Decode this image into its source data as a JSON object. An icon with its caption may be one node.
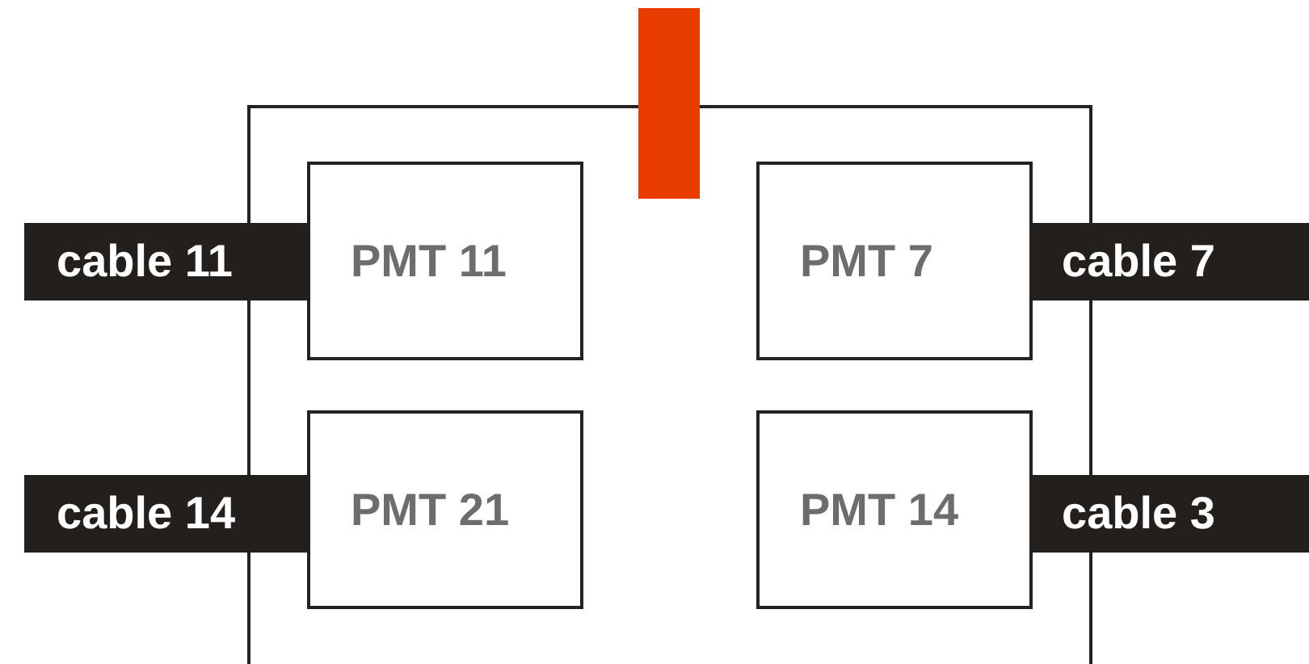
{
  "diagram": {
    "nodes": [
      {
        "text": [],
        "shape": "box"
      },
      {
        "text": [],
        "shape": "bar"
      },
      {
        "text": [
          "cable 11"
        ]
      },
      {
        "text": [
          "PMT 11"
        ],
        "in": 0
      },
      {
        "text": [
          "PMT 7"
        ],
        "in": 0
      },
      {
        "text": [
          "cable 7"
        ]
      },
      {
        "text": [
          "cable 14"
        ]
      },
      {
        "text": [
          "PMT 21"
        ],
        "in": 0
      },
      {
        "text": [
          "PMT 14"
        ],
        "in": 0
      },
      {
        "text": [
          "cable 3"
        ]
      }
    ]
  }
}
